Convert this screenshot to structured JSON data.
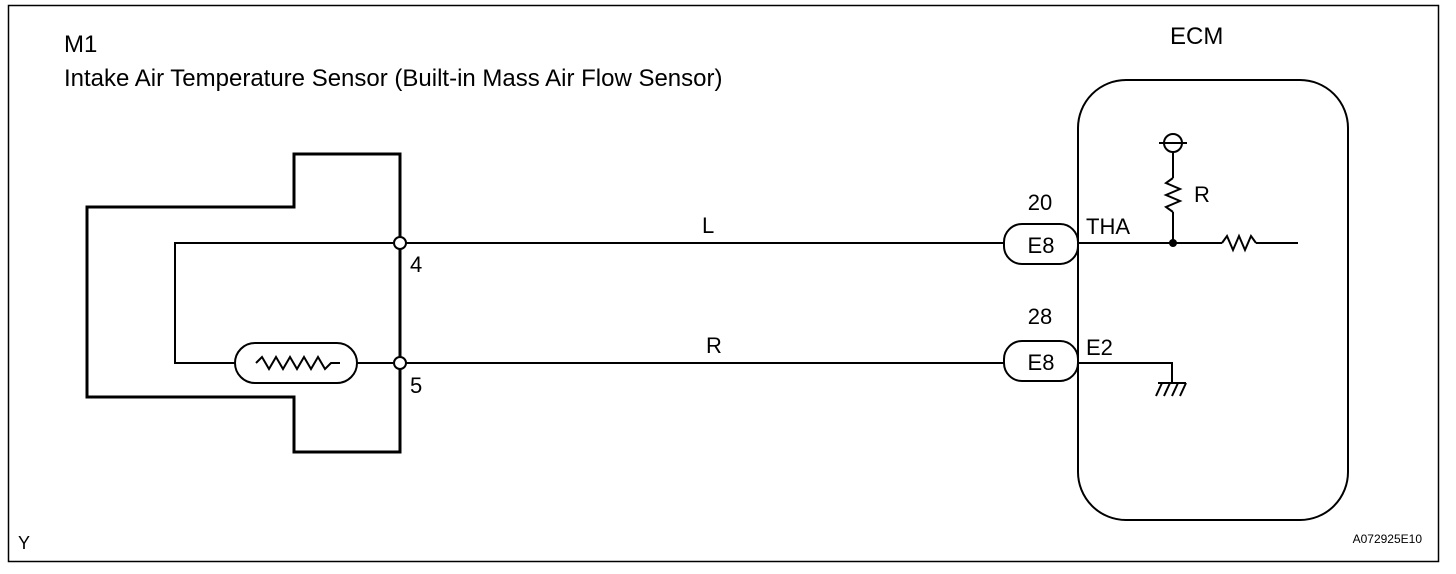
{
  "component": {
    "code": "M1",
    "name": "Intake Air Temperature Sensor  (Built-in Mass Air Flow Sensor)",
    "pin_upper": "4",
    "pin_lower": "5"
  },
  "ecm": {
    "label": "ECM",
    "resistor_label": "R"
  },
  "wires": [
    {
      "color_code": "L",
      "connector": "E8",
      "ecm_pin": "20",
      "terminal": "THA"
    },
    {
      "color_code": "R",
      "connector": "E8",
      "ecm_pin": "28",
      "terminal": "E2"
    }
  ],
  "footer": {
    "left_mark": "Y",
    "figure_code": "A072925E10"
  }
}
